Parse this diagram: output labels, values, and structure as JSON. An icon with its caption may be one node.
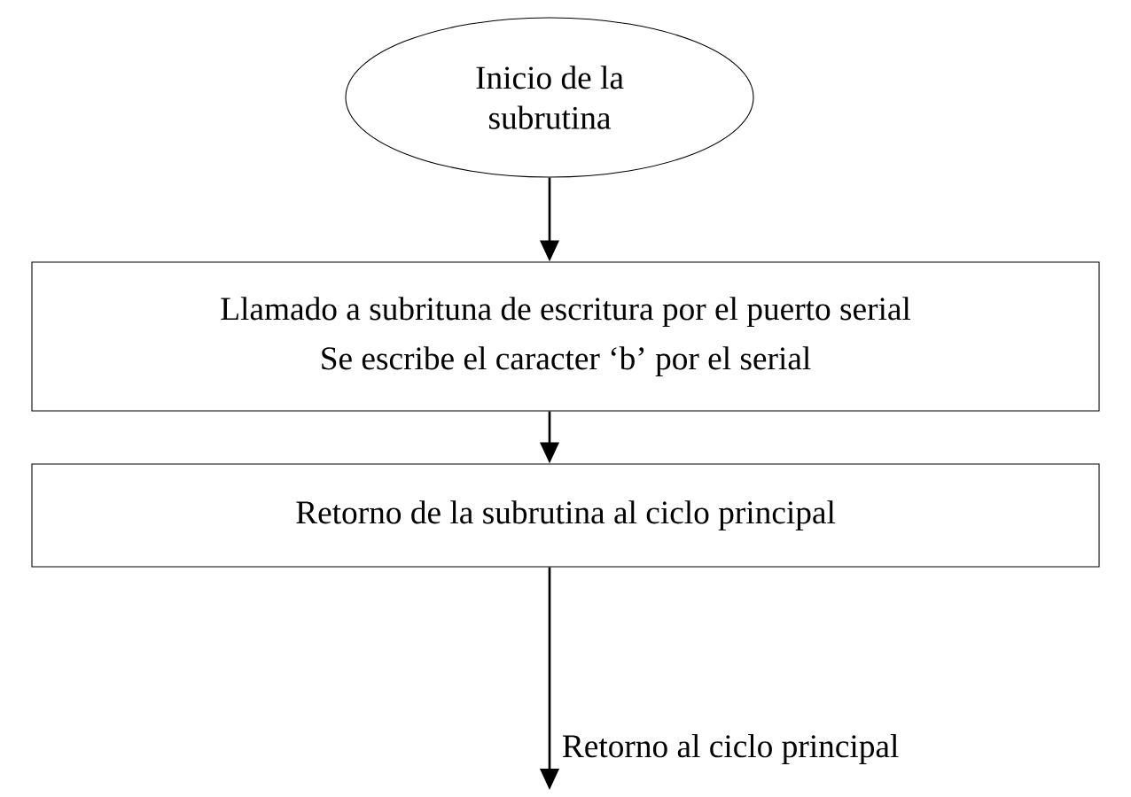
{
  "diagram": {
    "nodes": [
      {
        "text": [
          "Inicio de la subrutina"
        ]
      },
      {
        "text": [
          "Llamado a subrituna de escritura por el puerto serial",
          "Se escribe el caracter ‘b’ por el serial"
        ]
      },
      {
        "text": [
          "Retorno de la subrutina al ciclo principal"
        ]
      }
    ],
    "edges": [
      {
        "from": 0,
        "to": 1,
        "arrow": "to"
      },
      {
        "from": 1,
        "to": 2,
        "arrow": "to"
      },
      {
        "from": 2,
        "to": null,
        "arrow": "to",
        "label": "Retorno al ciclo principal"
      }
    ]
  }
}
